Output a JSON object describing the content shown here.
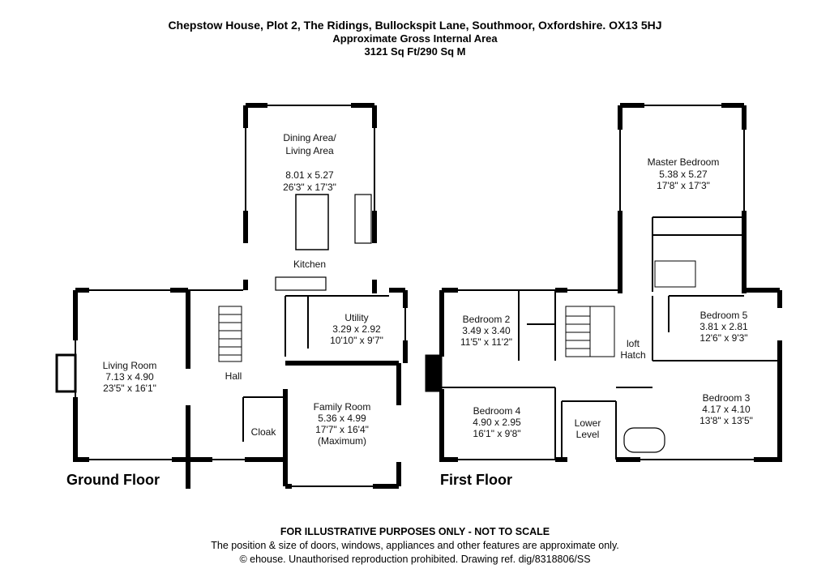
{
  "header": {
    "address": "Chepstow House, Plot 2, The Ridings, Bullockspit Lane, Southmoor, Oxfordshire. OX13 5HJ",
    "area_title": "Approximate Gross Internal Area",
    "area_value": "3121 Sq Ft/290 Sq M"
  },
  "floors": {
    "ground": "Ground Floor",
    "first": "First Floor"
  },
  "rooms": {
    "dining": {
      "name1": "Dining Area/",
      "name2": "Living Area",
      "metric": "8.01 x 5.27",
      "imperial": "26'3\" x 17'3\""
    },
    "kitchen": {
      "name": "Kitchen"
    },
    "utility": {
      "name": "Utility",
      "metric": "3.29 x 2.92",
      "imperial": "10'10\" x 9'7\""
    },
    "living": {
      "name": "Living Room",
      "metric": "7.13 x 4.90",
      "imperial": "23'5\" x 16'1\""
    },
    "hall": {
      "name": "Hall"
    },
    "family": {
      "name": "Family Room",
      "metric": "5.36 x 4.99",
      "imperial": "17'7\" x 16'4\"",
      "note": "(Maximum)"
    },
    "cloak": {
      "name": "Cloak"
    },
    "master": {
      "name": "Master Bedroom",
      "metric": "5.38 x 5.27",
      "imperial": "17'8\" x 17'3\""
    },
    "bed2": {
      "name": "Bedroom 2",
      "metric": "3.49 x 3.40",
      "imperial": "11'5\" x 11'2\""
    },
    "bed5": {
      "name": "Bedroom 5",
      "metric": "3.81 x 2.81",
      "imperial": "12'6\" x 9'3\""
    },
    "loft": {
      "name1": "loft",
      "name2": "Hatch"
    },
    "bed4": {
      "name": "Bedroom 4",
      "metric": "4.90 x 2.95",
      "imperial": "16'1\" x 9'8\""
    },
    "lower": {
      "name1": "Lower",
      "name2": "Level"
    },
    "bed3": {
      "name": "Bedroom 3",
      "metric": "4.17 x 4.10",
      "imperial": "13'8\" x 13'5\""
    }
  },
  "footer": {
    "disclaimer": "FOR ILLUSTRATIVE PURPOSES ONLY - NOT TO SCALE",
    "note": "The position & size of doors, windows, appliances and other features are approximate only.",
    "copyright": "© ehouse. Unauthorised reproduction prohibited. Drawing ref. dig/8318806/SS"
  }
}
